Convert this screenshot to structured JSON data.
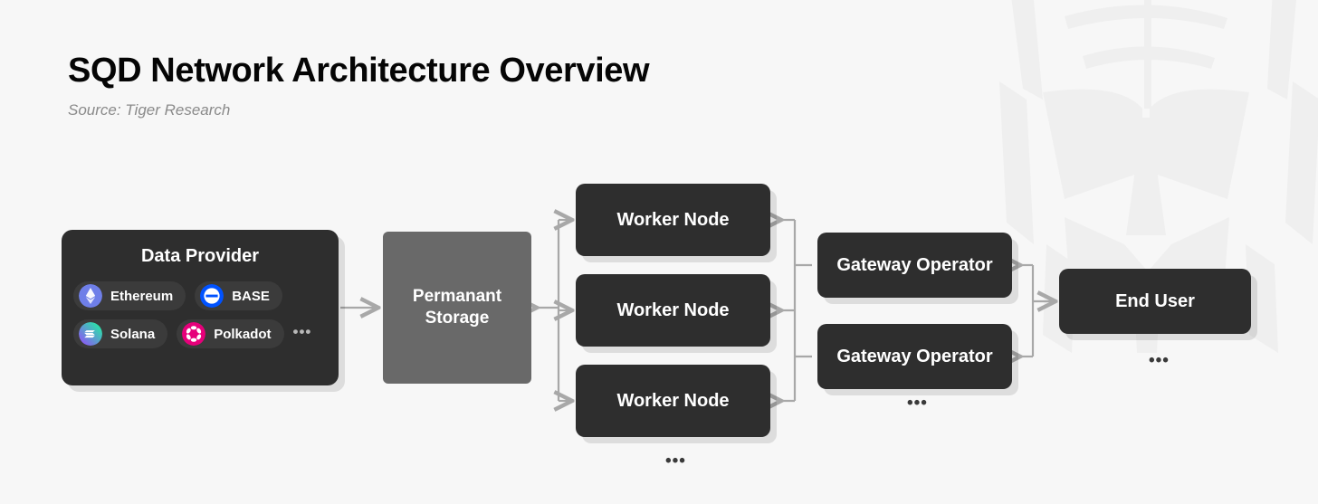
{
  "header": {
    "title": "SQD Network Architecture Overview",
    "source": "Source: Tiger Research"
  },
  "colors": {
    "background": "#f7f7f7",
    "node_dark": "#2e2e2e",
    "storage_gray": "#696969",
    "chip_bg": "#3b3b3b",
    "connector": "#a8a8a8",
    "title_text": "#050505",
    "source_text": "#8a8a8a",
    "ethereum": "#6f7fe8",
    "base": "#0052ff",
    "solana_from": "#9945ff",
    "solana_to": "#19fb9b",
    "polkadot": "#e6007a"
  },
  "diagram": {
    "type": "architecture-flow",
    "data_provider": {
      "title": "Data Provider",
      "chains": [
        {
          "name": "Ethereum",
          "icon": "ethereum-icon"
        },
        {
          "name": "BASE",
          "icon": "base-icon"
        },
        {
          "name": "Solana",
          "icon": "solana-icon"
        },
        {
          "name": "Polkadot",
          "icon": "polkadot-icon"
        }
      ],
      "more_indicator": "•••"
    },
    "permanent_storage": {
      "label": "Permanant\nStorage",
      "line1": "Permanant",
      "line2": "Storage"
    },
    "worker_nodes": [
      {
        "label": "Worker Node"
      },
      {
        "label": "Worker Node"
      },
      {
        "label": "Worker Node"
      }
    ],
    "worker_more_indicator": "•••",
    "gateway_operators": [
      {
        "label": "Gateway Operator"
      },
      {
        "label": "Gateway Operator"
      }
    ],
    "gateway_more_indicator": "•••",
    "end_user": {
      "label": "End User"
    },
    "end_user_more_indicator": "•••",
    "flows": [
      {
        "from": "Data Provider",
        "to": "Permanant Storage",
        "direction": "right"
      },
      {
        "from": "Permanant Storage",
        "to": "Worker Node",
        "direction": "bidirectional"
      },
      {
        "from": "Worker Node",
        "to": "Gateway Operator",
        "direction": "left"
      },
      {
        "from": "Gateway Operator",
        "to": "End User",
        "direction": "bidirectional"
      }
    ]
  }
}
